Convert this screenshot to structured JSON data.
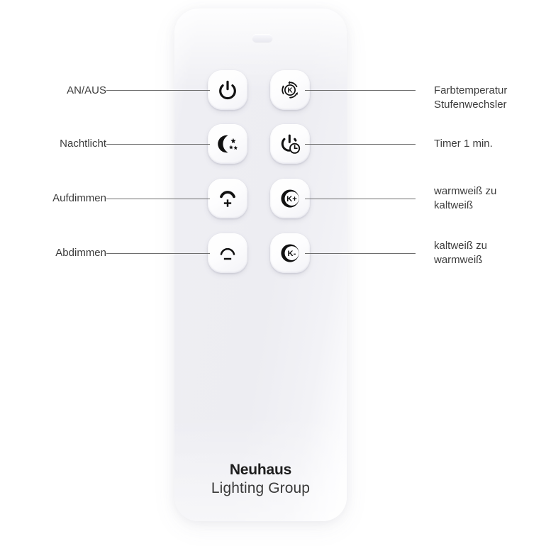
{
  "device": {
    "name": "Neuhaus Lighting Group LED remote control",
    "body_color": "#eeeef3",
    "brand_line_1": "Neuhaus",
    "brand_line_2": "Lighting Group"
  },
  "callouts_left": [
    {
      "id": "power",
      "label": "AN/AUS",
      "icon": "power-icon",
      "row": 1
    },
    {
      "id": "nightlight",
      "label": "Nachtlicht",
      "icon": "moon-stars-icon",
      "row": 2
    },
    {
      "id": "dim_up",
      "label": "Aufdimmen",
      "icon": "dim-up-plus-icon",
      "row": 3
    },
    {
      "id": "dim_down",
      "label": "Abdimmen",
      "icon": "dim-down-minus-icon",
      "row": 4
    }
  ],
  "callouts_right": [
    {
      "id": "cct_cycle",
      "label": "Farbtemperatur\nStufenwechsler",
      "icon": "kelvin-cycle-icon",
      "row": 1
    },
    {
      "id": "timer",
      "label": "Timer 1 min.",
      "icon": "power-clock-icon",
      "row": 2
    },
    {
      "id": "warm_to_cool",
      "label": "warmweiß zu\nkaltweiß",
      "icon": "kelvin-plus-icon",
      "row": 3
    },
    {
      "id": "cool_to_warm",
      "label": "kaltweiß zu\nwarmweiß",
      "icon": "kelvin-minus-icon",
      "row": 4
    }
  ],
  "button_glyphs": {
    "kelvin_plus": "K+",
    "kelvin_minus": "K-",
    "kelvin_cycle": "K"
  },
  "colors": {
    "page_background": "#ffffff",
    "remote_body": "#eeeef3",
    "button_face": "#fdfdfe",
    "icon": "#111111",
    "leader_line": "#6e6e6e",
    "label_text": "#3c3c3c"
  }
}
